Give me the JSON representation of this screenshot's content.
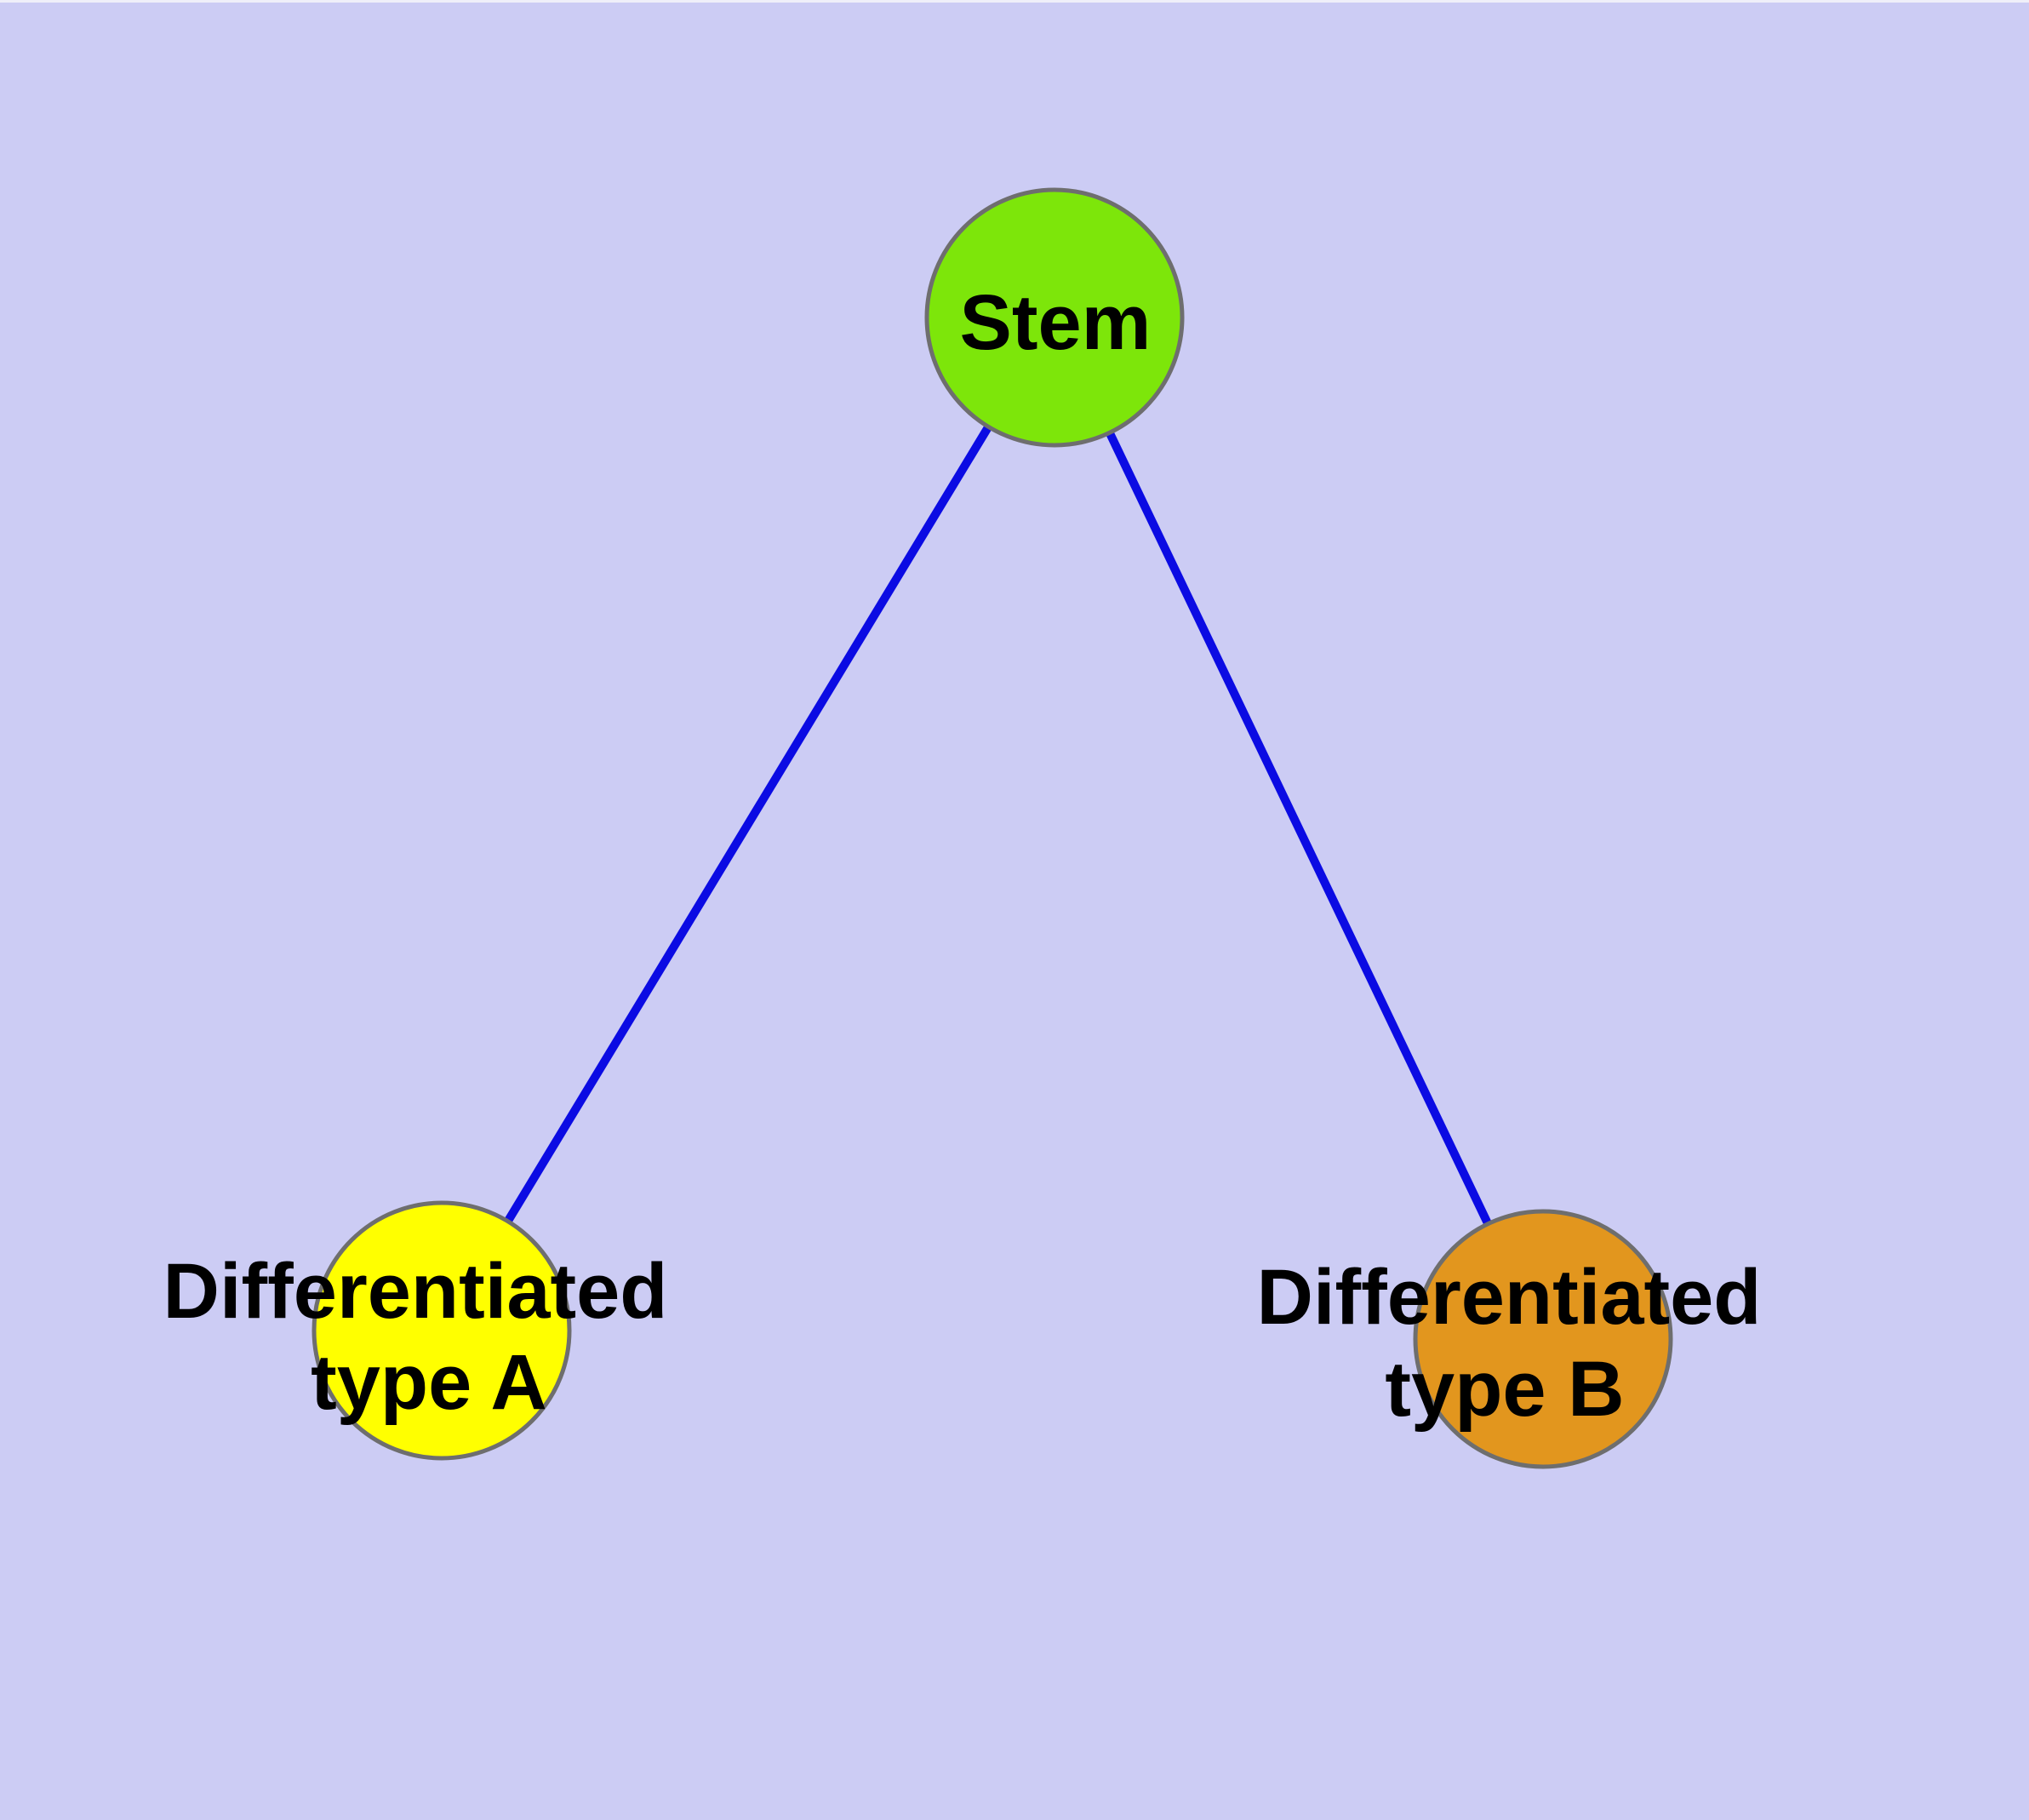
{
  "diagram": {
    "background": "#CCCCF4",
    "edge_color": "#0B0BE3",
    "node_border_color": "#6E6E6E",
    "label_color": "#000000",
    "nodes": [
      {
        "id": "stem",
        "lines": [
          "Stem"
        ],
        "fill": "#7DE60A"
      },
      {
        "id": "differentiated-type-a",
        "lines": [
          "Differentiated",
          "type A"
        ],
        "fill": "#FFFF00"
      },
      {
        "id": "differentiated-type-b",
        "lines": [
          "Differentiated",
          "type B"
        ],
        "fill": "#E2961E"
      }
    ],
    "edges": [
      {
        "from": "stem",
        "to": "differentiated-type-a"
      },
      {
        "from": "stem",
        "to": "differentiated-type-b"
      }
    ]
  }
}
